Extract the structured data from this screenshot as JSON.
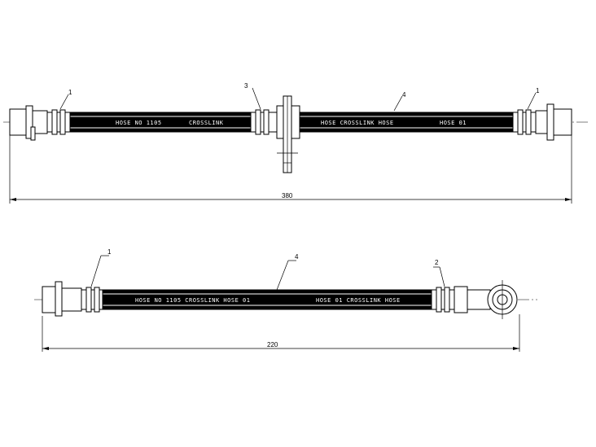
{
  "drawing_1": {
    "part_labels": [
      "1",
      "3",
      "4",
      "1"
    ],
    "dimension": "380",
    "hose_markings": [
      "HOSE NO 1105",
      "CROSSLINK",
      "HOSE CROSSLINK HOSE",
      "HOSE 01"
    ]
  },
  "drawing_2": {
    "part_labels": [
      "1",
      "4",
      "2"
    ],
    "dimension": "220",
    "hose_markings": [
      "HOSE NO 1105 CROSSLINK HOSE 01",
      "HOSE 01 CROSSLINK HOSE"
    ]
  }
}
